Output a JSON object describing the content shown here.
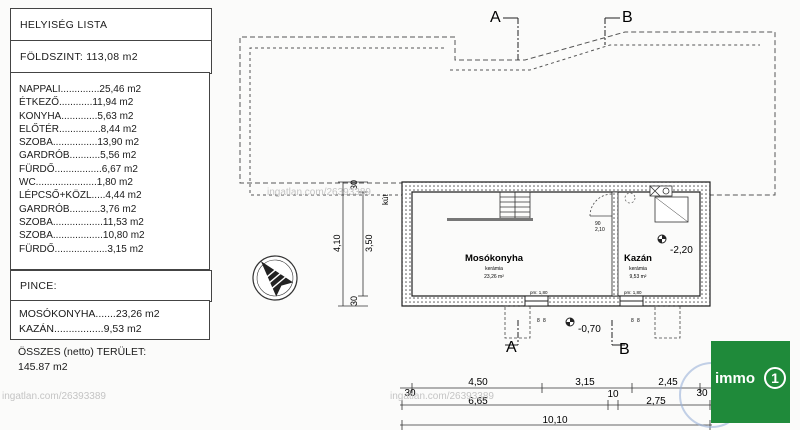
{
  "legend": {
    "title": "HELYISÉG LISTA",
    "ground_floor": "FÖLDSZINT: 113,08 m2",
    "rooms": [
      "NAPPALI..............25,46 m2",
      "ÉTKEZŐ............11,94 m2",
      "KONYHA.............5,63 m2",
      "ELŐTÉR...............8,44 m2",
      "SZOBA................13,90 m2",
      "GARDRÓB...........5,56 m2",
      "FÜRDŐ.................6,67 m2",
      "WC......................1,80 m2",
      "LÉPCSŐ+KÖZL.....4,44 m2",
      "GARDRÓB...........3,76 m2",
      "SZOBA..................11,53 m2",
      "SZOBA..................10,80 m2",
      "FÜRDŐ...................3,15 m2"
    ],
    "basement": "PINCE:",
    "basement_rooms": [
      "MOSÓKONYHA.......23,26 m2",
      "KAZÁN.................9,53 m2"
    ],
    "total_label": "ÖSSZES  (netto)  TERÜLET:",
    "total_value": "145.87 m2"
  },
  "plan": {
    "section_a": "A",
    "section_b": "B",
    "room1_name": "Mosókonyha",
    "room1_floor": "kerámia",
    "room1_area": "23,26 m²",
    "room2_name": "Kazán",
    "room2_floor": "kerámia",
    "room2_area": "9,53 m²",
    "level_right": "-2,20",
    "level_bottom": "-0,70",
    "kut": "kút",
    "door_w": "90",
    "door_h": "2,10",
    "window1": "pm: 1,80",
    "window2": "pm: 1,80",
    "win_a": "8",
    "win_b": "8",
    "win_c": "8",
    "win_d": "8",
    "left_dims": [
      "30",
      "4,10",
      "3,50",
      "30"
    ],
    "dims_row1": [
      "4,50",
      "3,15",
      "2,45"
    ],
    "dims_row2": [
      "30",
      "6,65",
      "10",
      "2,75",
      "30"
    ],
    "dims_row3": [
      "10,10"
    ]
  },
  "watermarks": [
    "ingatlan.com/26393389",
    "ingatlan.com/26393389",
    "ingatlan.com/26393389"
  ],
  "logo": {
    "text": "immo",
    "symbol": "1"
  }
}
